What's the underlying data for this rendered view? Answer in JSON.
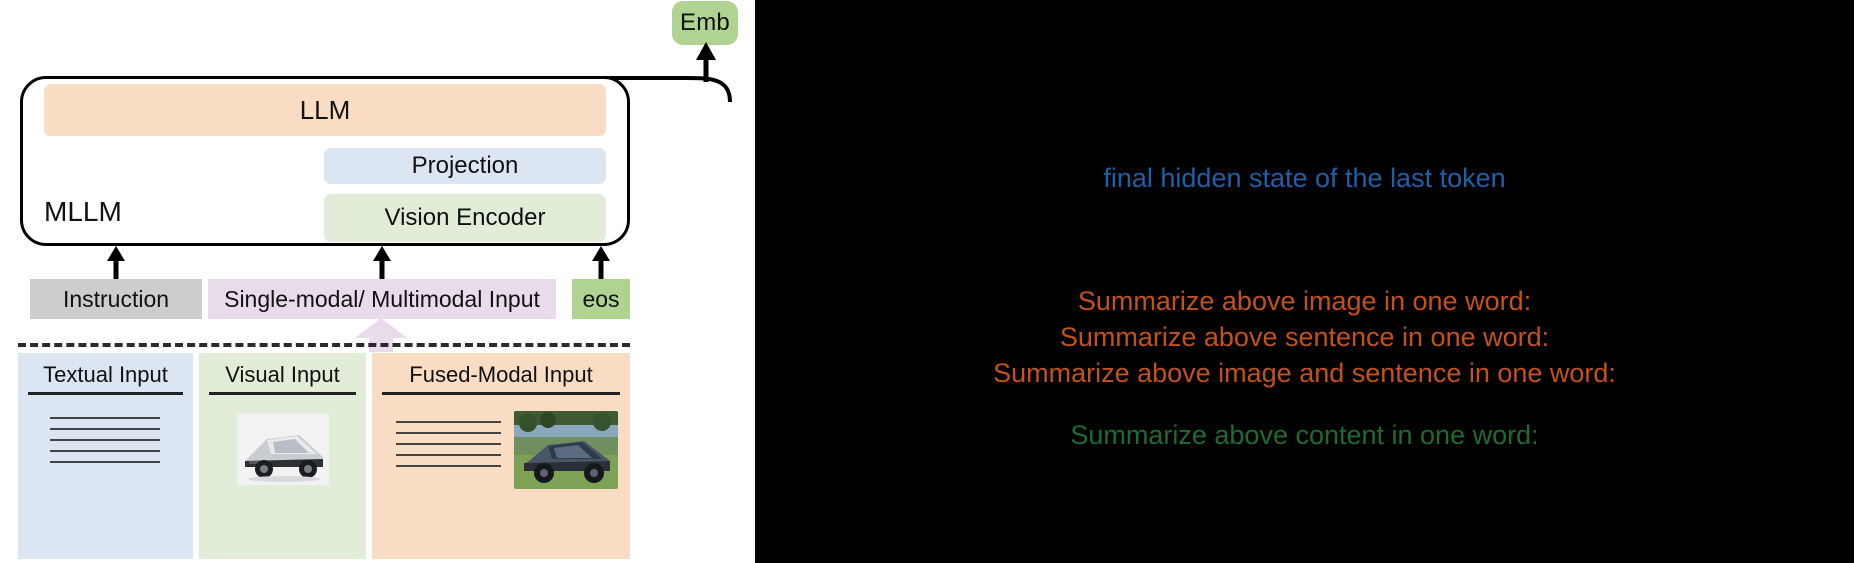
{
  "figure": {
    "left_panel": {
      "emb_node": {
        "label": "Emb",
        "color": "#AFD492"
      },
      "mllm": {
        "label": "MLLM",
        "blocks": [
          {
            "label": "LLM",
            "color": "#F8DCC4"
          },
          {
            "label": "Projection",
            "color": "#DCE6F2"
          },
          {
            "label": "Vision Encoder",
            "color": "#E2EDD9"
          }
        ]
      },
      "tokens": [
        {
          "label": "Instruction",
          "color": "#CDCDCD"
        },
        {
          "label": "Single-modal/ Multimodal Input",
          "color": "#E8DCEB"
        },
        {
          "label": "eos",
          "color": "#AFD492"
        }
      ],
      "input_cards": [
        {
          "title": "Textual Input",
          "color": "#DCE6F2",
          "content": "text-lines"
        },
        {
          "title": "Visual Input",
          "color": "#E2EDD9",
          "content": "truck-photo"
        },
        {
          "title": "Fused-Modal Input",
          "color": "#F8DCC4",
          "content": "text-lines + truck-photo"
        }
      ]
    },
    "right_panel": {
      "background": "#000000",
      "hidden_state_caption": "final hidden state of the last token",
      "hidden_state_color": "#1F5FA8",
      "prompt_color_orange": "#C3521A",
      "prompts_orange": [
        "Summarize above image in one word:",
        "Summarize above sentence in one word:",
        "Summarize above image and sentence in one word:"
      ],
      "prompt_color_green": "#1E6B2E",
      "prompt_green": "Summarize above content in one word:"
    }
  }
}
